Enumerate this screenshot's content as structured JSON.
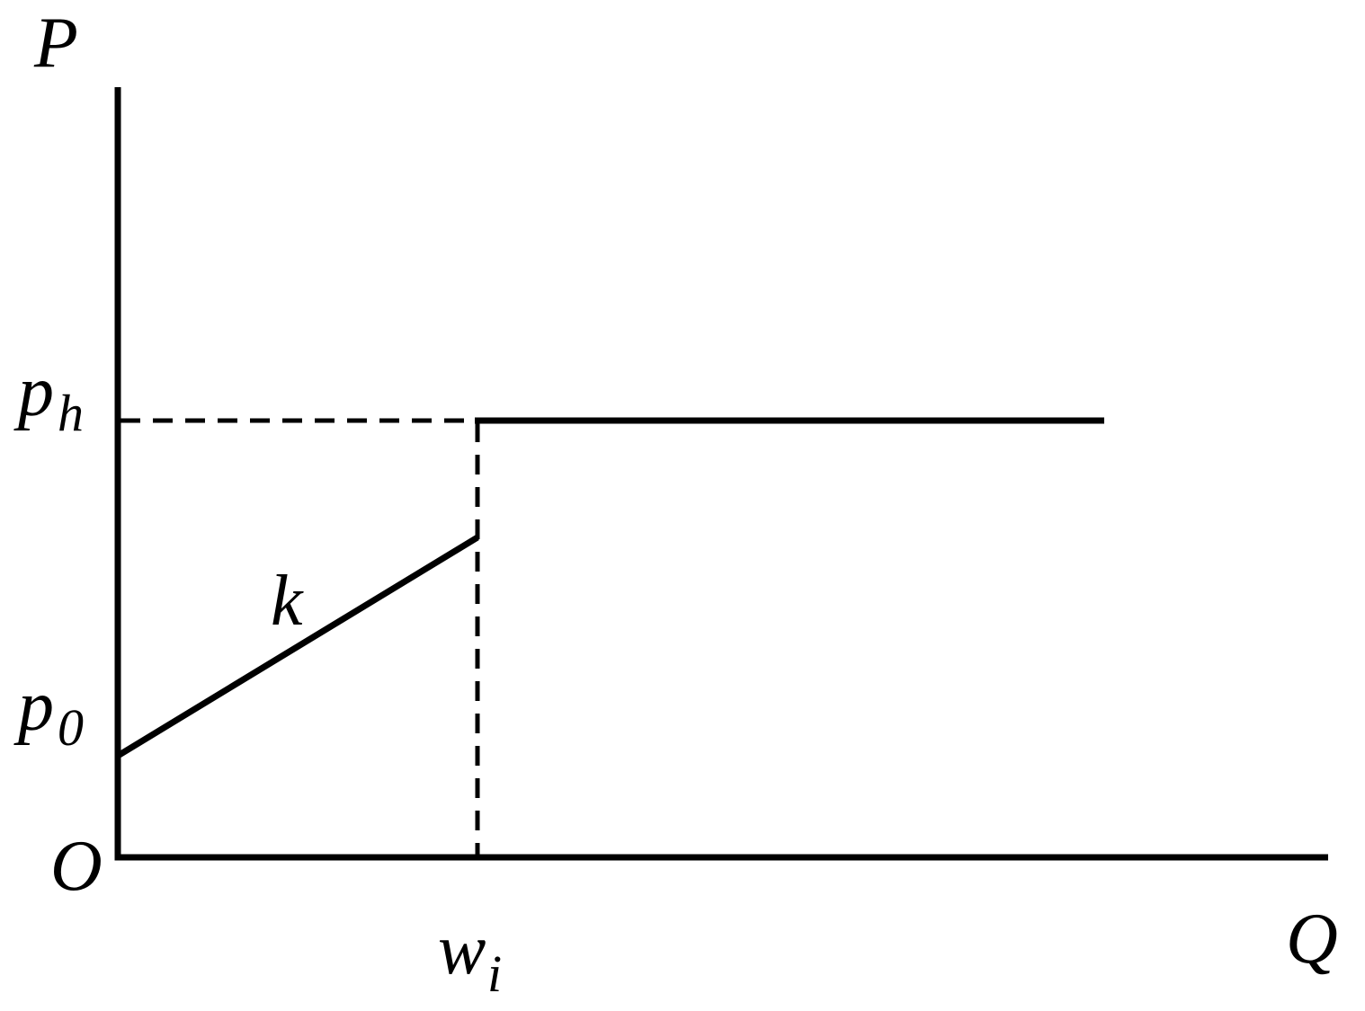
{
  "labels": {
    "y_axis": "P",
    "x_axis": "Q",
    "origin": "O",
    "p_h_base": "p",
    "p_h_sub": "h",
    "p_0_base": "p",
    "p_0_sub": "0",
    "w_i_base": "w",
    "w_i_sub": "i",
    "slope": "k"
  },
  "colors": {
    "ink": "#000000",
    "background": "#ffffff"
  }
}
